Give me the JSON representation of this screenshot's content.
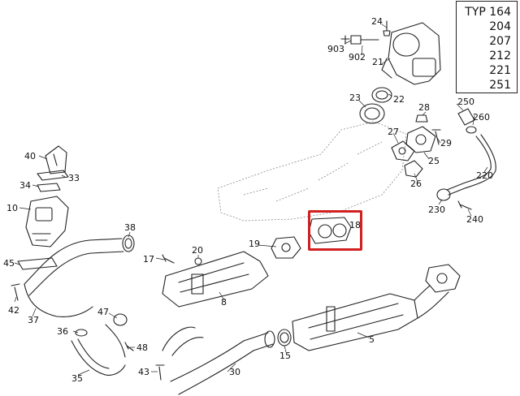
{
  "type_panel": {
    "prefix": "TYP",
    "codes": [
      "164",
      "204",
      "207",
      "212",
      "221",
      "251"
    ]
  },
  "callouts": {
    "c5": "5",
    "c8": "8",
    "c10": "10",
    "c15": "15",
    "c17": "17",
    "c18": "18",
    "c19": "19",
    "c20": "20",
    "c21": "21",
    "c22": "22",
    "c23": "23",
    "c24": "24",
    "c25": "25",
    "c26": "26",
    "c27": "27",
    "c28": "28",
    "c29": "29",
    "c30": "30",
    "c33": "33",
    "c34": "34",
    "c35": "35",
    "c36": "36",
    "c37": "37",
    "c38": "38",
    "c40": "40",
    "c42": "42",
    "c43": "43",
    "c45": "45",
    "c47": "47",
    "c48": "48",
    "c220": "220",
    "c230": "230",
    "c240": "240",
    "c250": "250",
    "c260": "260",
    "c902": "902",
    "c903": "903"
  },
  "highlight": {
    "part": "18",
    "color": "#d21f1f"
  }
}
